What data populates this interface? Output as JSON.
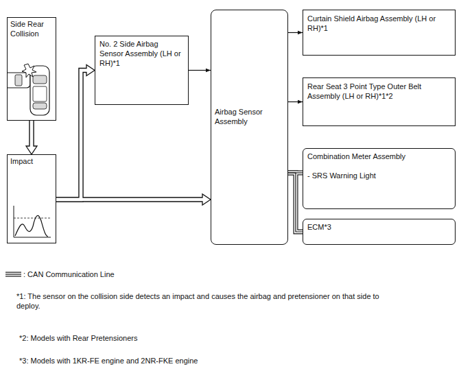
{
  "diagram": {
    "nodes": [
      {
        "text": [
          "Side Rear Collision"
        ]
      },
      {
        "text": [
          "Impact"
        ]
      },
      {
        "text": [
          "No. 2 Side Airbag Sensor Assembly (LH or RH)*1"
        ]
      },
      {
        "text": [
          "Airbag Sensor Assembly"
        ]
      },
      {
        "text": [
          "Curtain Shield Airbag Assembly (LH or RH)*1"
        ]
      },
      {
        "text": [
          "Rear Seat 3 Point Type Outer Belt Assembly (LH or RH)*1*2"
        ]
      },
      {
        "text": [
          "Combination Meter Assembly",
          "- SRS Warning Light"
        ]
      },
      {
        "text": [
          "ECM*3"
        ]
      }
    ],
    "edges": [
      {
        "from": 0,
        "to": 1,
        "arrow": "to"
      },
      {
        "from": 1,
        "to": 2,
        "arrow": "to"
      },
      {
        "from": 1,
        "to": 3,
        "arrow": "to"
      },
      {
        "from": 2,
        "to": 3,
        "arrow": "to"
      },
      {
        "from": 3,
        "to": 4,
        "arrow": "to"
      },
      {
        "from": 3,
        "to": 5,
        "arrow": "to"
      },
      {
        "from": 3,
        "to": 6,
        "arrow": "none"
      },
      {
        "from": 3,
        "to": 7,
        "arrow": "none"
      }
    ],
    "labels": [
      "*1: The sensor on the collision side detects an impact and causes the airbag and pretensioner on that side to deploy.",
      "*2: Models with Rear Pretensioners",
      "*3: Models with 1KR-FE engine and 2NR-FKE engine"
    ],
    "legend": [
      {
        "text": ": CAN Communication Line"
      }
    ]
  }
}
